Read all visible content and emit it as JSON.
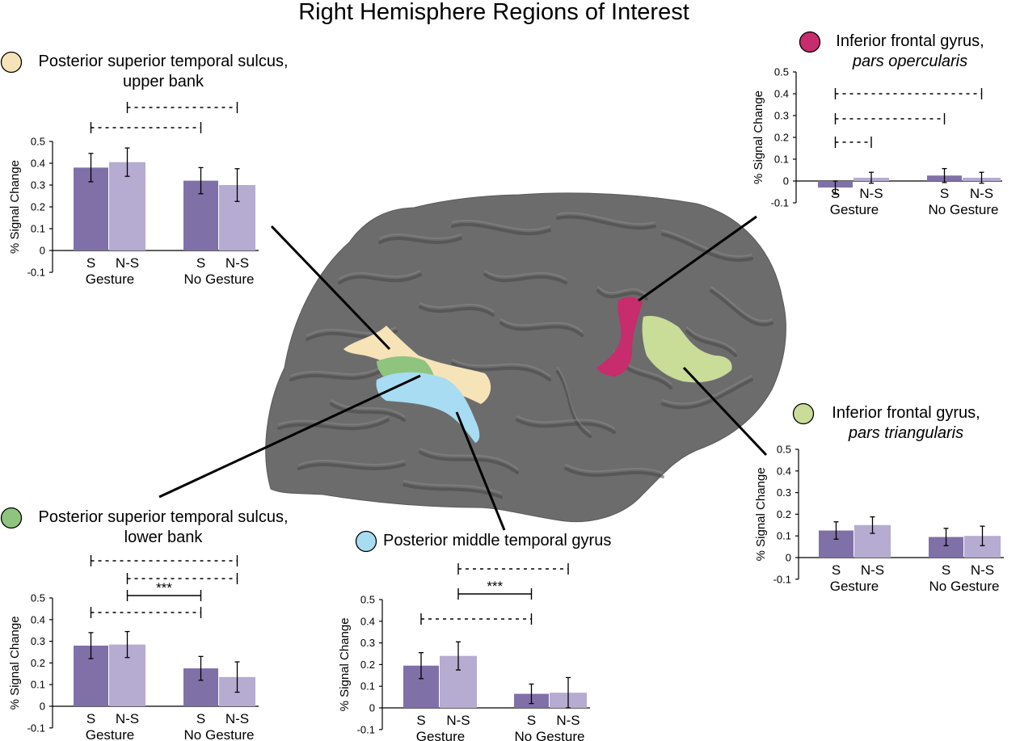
{
  "figure": {
    "title": "Right Hemisphere Regions of Interest",
    "colors": {
      "bar_s": "#8070a8",
      "bar_ns": "#b6abd0",
      "brain": "#6c6c6c",
      "brain_dark": "#474747",
      "brain_light": "#8c8c8c"
    }
  },
  "chart_data": [
    {
      "id": "pstsu",
      "type": "bar",
      "title_lines": [
        "Posterior superior temporal sulcus,",
        "upper bank"
      ],
      "title_italic": [
        false,
        false
      ],
      "dot_color": "#f6e4b8",
      "ylabel": "% Signal Change",
      "ylim": [
        -0.1,
        0.5
      ],
      "yticks": [
        "-0.1",
        "0",
        "0.1",
        "0.2",
        "0.3",
        "0.4",
        "0.5"
      ],
      "groups": [
        "Gesture",
        "No Gesture"
      ],
      "conditions": [
        "S",
        "N-S"
      ],
      "series": [
        {
          "values": [
            0.38,
            0.32
          ],
          "errors": [
            0.065,
            0.06
          ]
        },
        {
          "values": [
            0.405,
            0.3
          ],
          "errors": [
            0.065,
            0.075
          ]
        }
      ],
      "comparisons": [
        {
          "from": 0,
          "to": 2,
          "style": "dashed",
          "label": ""
        },
        {
          "from": 1,
          "to": 3,
          "style": "dashed",
          "label": ""
        }
      ]
    },
    {
      "id": "ifgop",
      "type": "bar",
      "title_lines": [
        "Inferior frontal gyrus,",
        "pars opercularis"
      ],
      "title_italic": [
        false,
        true
      ],
      "dot_color": "#c72c6c",
      "ylabel": "% Signal Change",
      "ylim": [
        -0.1,
        0.5
      ],
      "yticks": [
        "-0.1",
        "0",
        "0.1",
        "0.2",
        "0.3",
        "0.4",
        "0.5"
      ],
      "groups": [
        "Gesture",
        "No Gesture"
      ],
      "conditions": [
        "S",
        "N-S"
      ],
      "series": [
        {
          "values": [
            -0.03,
            0.025
          ],
          "errors": [
            0.03,
            0.032
          ]
        },
        {
          "values": [
            0.015,
            0.015
          ],
          "errors": [
            0.025,
            0.025
          ]
        }
      ],
      "comparisons": [
        {
          "from": 0,
          "to": 1,
          "style": "dashed",
          "label": ""
        },
        {
          "from": 0,
          "to": 2,
          "style": "dashed",
          "label": ""
        },
        {
          "from": 0,
          "to": 3,
          "style": "dashed",
          "label": ""
        }
      ]
    },
    {
      "id": "ifgtri",
      "type": "bar",
      "title_lines": [
        "Inferior frontal gyrus,",
        "pars triangularis"
      ],
      "title_italic": [
        false,
        true
      ],
      "dot_color": "#c9dc98",
      "ylabel": "% Signal Change",
      "ylim": [
        -0.1,
        0.5
      ],
      "yticks": [
        "-0.1",
        "0",
        "0.1",
        "0.2",
        "0.3",
        "0.4",
        "0.5"
      ],
      "groups": [
        "Gesture",
        "No Gesture"
      ],
      "conditions": [
        "S",
        "N-S"
      ],
      "series": [
        {
          "values": [
            0.125,
            0.095
          ],
          "errors": [
            0.04,
            0.04
          ]
        },
        {
          "values": [
            0.15,
            0.1
          ],
          "errors": [
            0.038,
            0.045
          ]
        }
      ],
      "comparisons": []
    },
    {
      "id": "pstsl",
      "type": "bar",
      "title_lines": [
        "Posterior superior temporal sulcus,",
        "lower bank"
      ],
      "title_italic": [
        false,
        false
      ],
      "dot_color": "#8ec47e",
      "ylabel": "% Signal Change",
      "ylim": [
        -0.1,
        0.5
      ],
      "yticks": [
        "-0.1",
        "0",
        "0.1",
        "0.2",
        "0.3",
        "0.4",
        "0.5"
      ],
      "groups": [
        "Gesture",
        "No Gesture"
      ],
      "conditions": [
        "S",
        "N-S"
      ],
      "series": [
        {
          "values": [
            0.28,
            0.175
          ],
          "errors": [
            0.06,
            0.055
          ]
        },
        {
          "values": [
            0.285,
            0.135
          ],
          "errors": [
            0.06,
            0.07
          ]
        }
      ],
      "comparisons": [
        {
          "from": 0,
          "to": 2,
          "style": "dashed",
          "label": ""
        },
        {
          "from": 1,
          "to": 2,
          "style": "solid",
          "label": "***"
        },
        {
          "from": 1,
          "to": 3,
          "style": "dashed",
          "label": ""
        },
        {
          "from": 0,
          "to": 3,
          "style": "dashed",
          "label": ""
        }
      ]
    },
    {
      "id": "pmtg",
      "type": "bar",
      "title_lines": [
        "Posterior middle temporal gyrus"
      ],
      "title_italic": [
        false
      ],
      "dot_color": "#a8dcf2",
      "ylabel": "% Signal Change",
      "ylim": [
        -0.1,
        0.5
      ],
      "yticks": [
        "-0.1",
        "0",
        "0.1",
        "0.2",
        "0.3",
        "0.4",
        "0.5"
      ],
      "groups": [
        "Gesture",
        "No Gesture"
      ],
      "conditions": [
        "S",
        "N-S"
      ],
      "series": [
        {
          "values": [
            0.195,
            0.065
          ],
          "errors": [
            0.06,
            0.045
          ]
        },
        {
          "values": [
            0.24,
            0.07
          ],
          "errors": [
            0.065,
            0.07
          ]
        }
      ],
      "comparisons": [
        {
          "from": 0,
          "to": 2,
          "style": "dashed",
          "label": ""
        },
        {
          "from": 1,
          "to": 2,
          "style": "solid",
          "label": "***"
        },
        {
          "from": 1,
          "to": 3,
          "style": "dashed",
          "label": ""
        }
      ]
    }
  ]
}
